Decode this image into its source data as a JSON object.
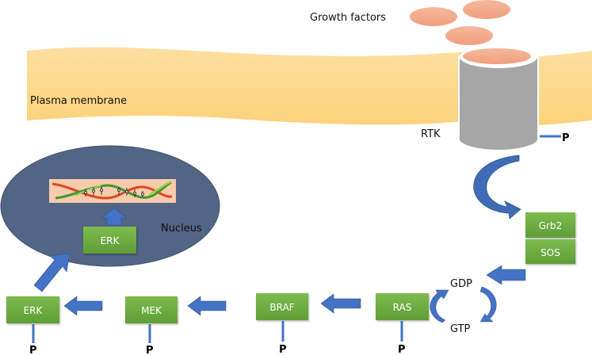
{
  "title_labels": {
    "growth_factors": "Growth factors",
    "plasma_membrane": "Plasma membrane",
    "rtk": "RTK",
    "nucleus": "Nucleus",
    "gdp": "GDP",
    "gtp": "GTP"
  },
  "phospho_label": "P",
  "proteins": {
    "grb2": "Grb2",
    "sos": "SOS",
    "ras": "RAS",
    "braf": "BRAF",
    "mek": "MEK",
    "erk_cytoplasm": "ERK",
    "erk_nucleus": "ERK"
  },
  "pathway_order": [
    "Growth factors",
    "RTK",
    "Grb2",
    "SOS",
    "RAS",
    "BRAF",
    "MEK",
    "ERK",
    "Nucleus: ERK",
    "DNA"
  ],
  "colors": {
    "membrane": "#fdd68b",
    "growth_factor": "#f3a889",
    "receptor": "#a6a6a6",
    "nucleus": "#526585",
    "protein_box": "#6aaa3e",
    "arrow": "#4472c4",
    "phospho_line": "#4472c4",
    "dna_background": "#f8cbad"
  }
}
